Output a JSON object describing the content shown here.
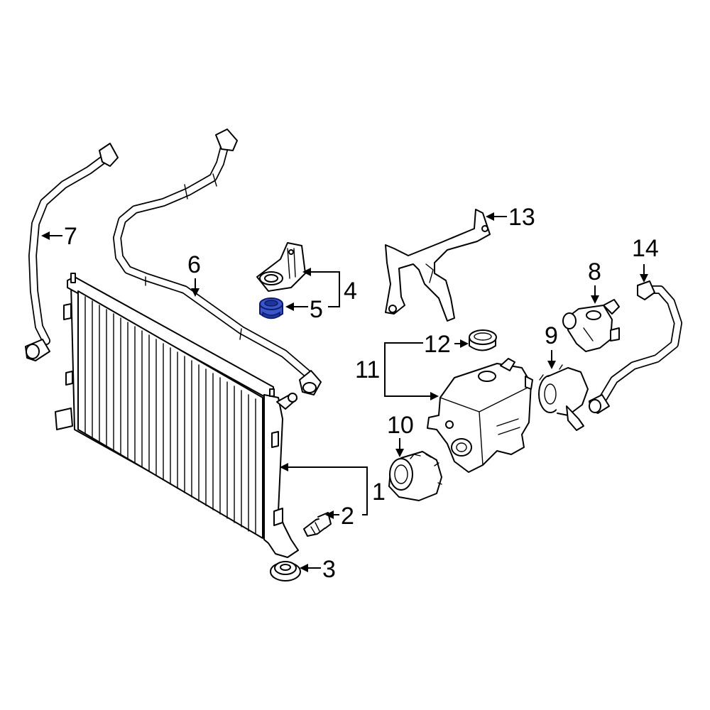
{
  "diagram": {
    "highlight_color": "#3a56c8",
    "callouts": [
      {
        "id": "1",
        "label": "1"
      },
      {
        "id": "2",
        "label": "2"
      },
      {
        "id": "3",
        "label": "3"
      },
      {
        "id": "4",
        "label": "4"
      },
      {
        "id": "5",
        "label": "5"
      },
      {
        "id": "6",
        "label": "6"
      },
      {
        "id": "7",
        "label": "7"
      },
      {
        "id": "8",
        "label": "8"
      },
      {
        "id": "9",
        "label": "9"
      },
      {
        "id": "10",
        "label": "10"
      },
      {
        "id": "11",
        "label": "11"
      },
      {
        "id": "12",
        "label": "12"
      },
      {
        "id": "13",
        "label": "13"
      },
      {
        "id": "14",
        "label": "14"
      }
    ]
  }
}
